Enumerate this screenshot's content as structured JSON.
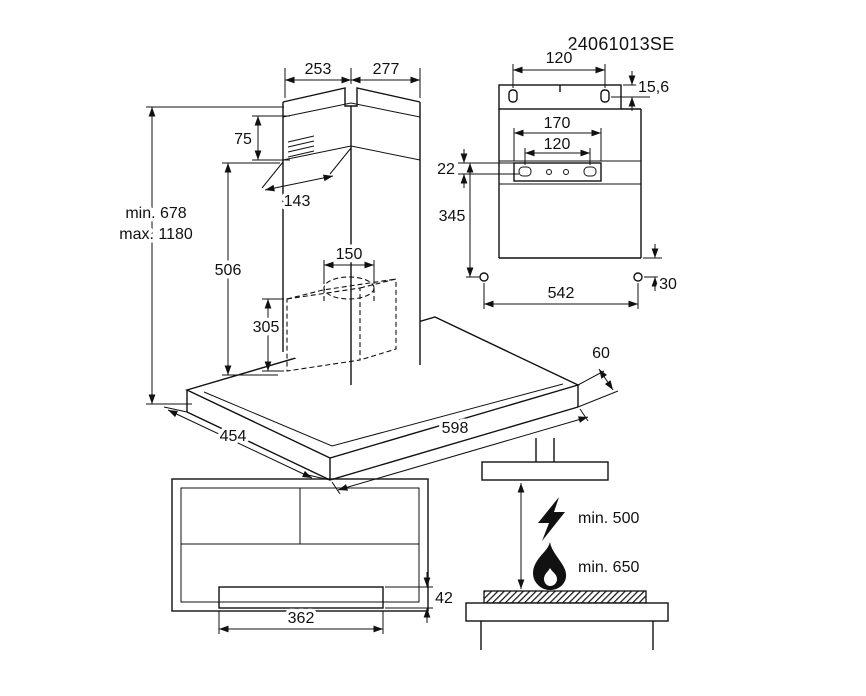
{
  "product_code": "24061013SE",
  "front_view": {
    "chimney_width_left": "253",
    "chimney_width_right": "277",
    "vent_offset": "75",
    "chimney_depth": "143",
    "height_min": "min. 678",
    "height_max": "max. 1180",
    "chimney_height": "506",
    "duct_diameter": "150",
    "inner_box_height": "305",
    "canopy_depth": "454",
    "canopy_width": "598",
    "canopy_thickness": "60"
  },
  "rear_view": {
    "top_bracket_holes_spacing": "120",
    "top_hole_offset": "15,6",
    "bracket_width": "170",
    "bracket_slot_spacing": "120",
    "bracket_offset": "22",
    "mounting_height": "345",
    "lower_hole_offset": "30",
    "lower_holes_spacing": "542"
  },
  "bottom_view": {
    "panel_width": "362",
    "panel_depth": "42"
  },
  "clearance_view": {
    "electric_min": "min. 500",
    "gas_min": "min. 650"
  }
}
